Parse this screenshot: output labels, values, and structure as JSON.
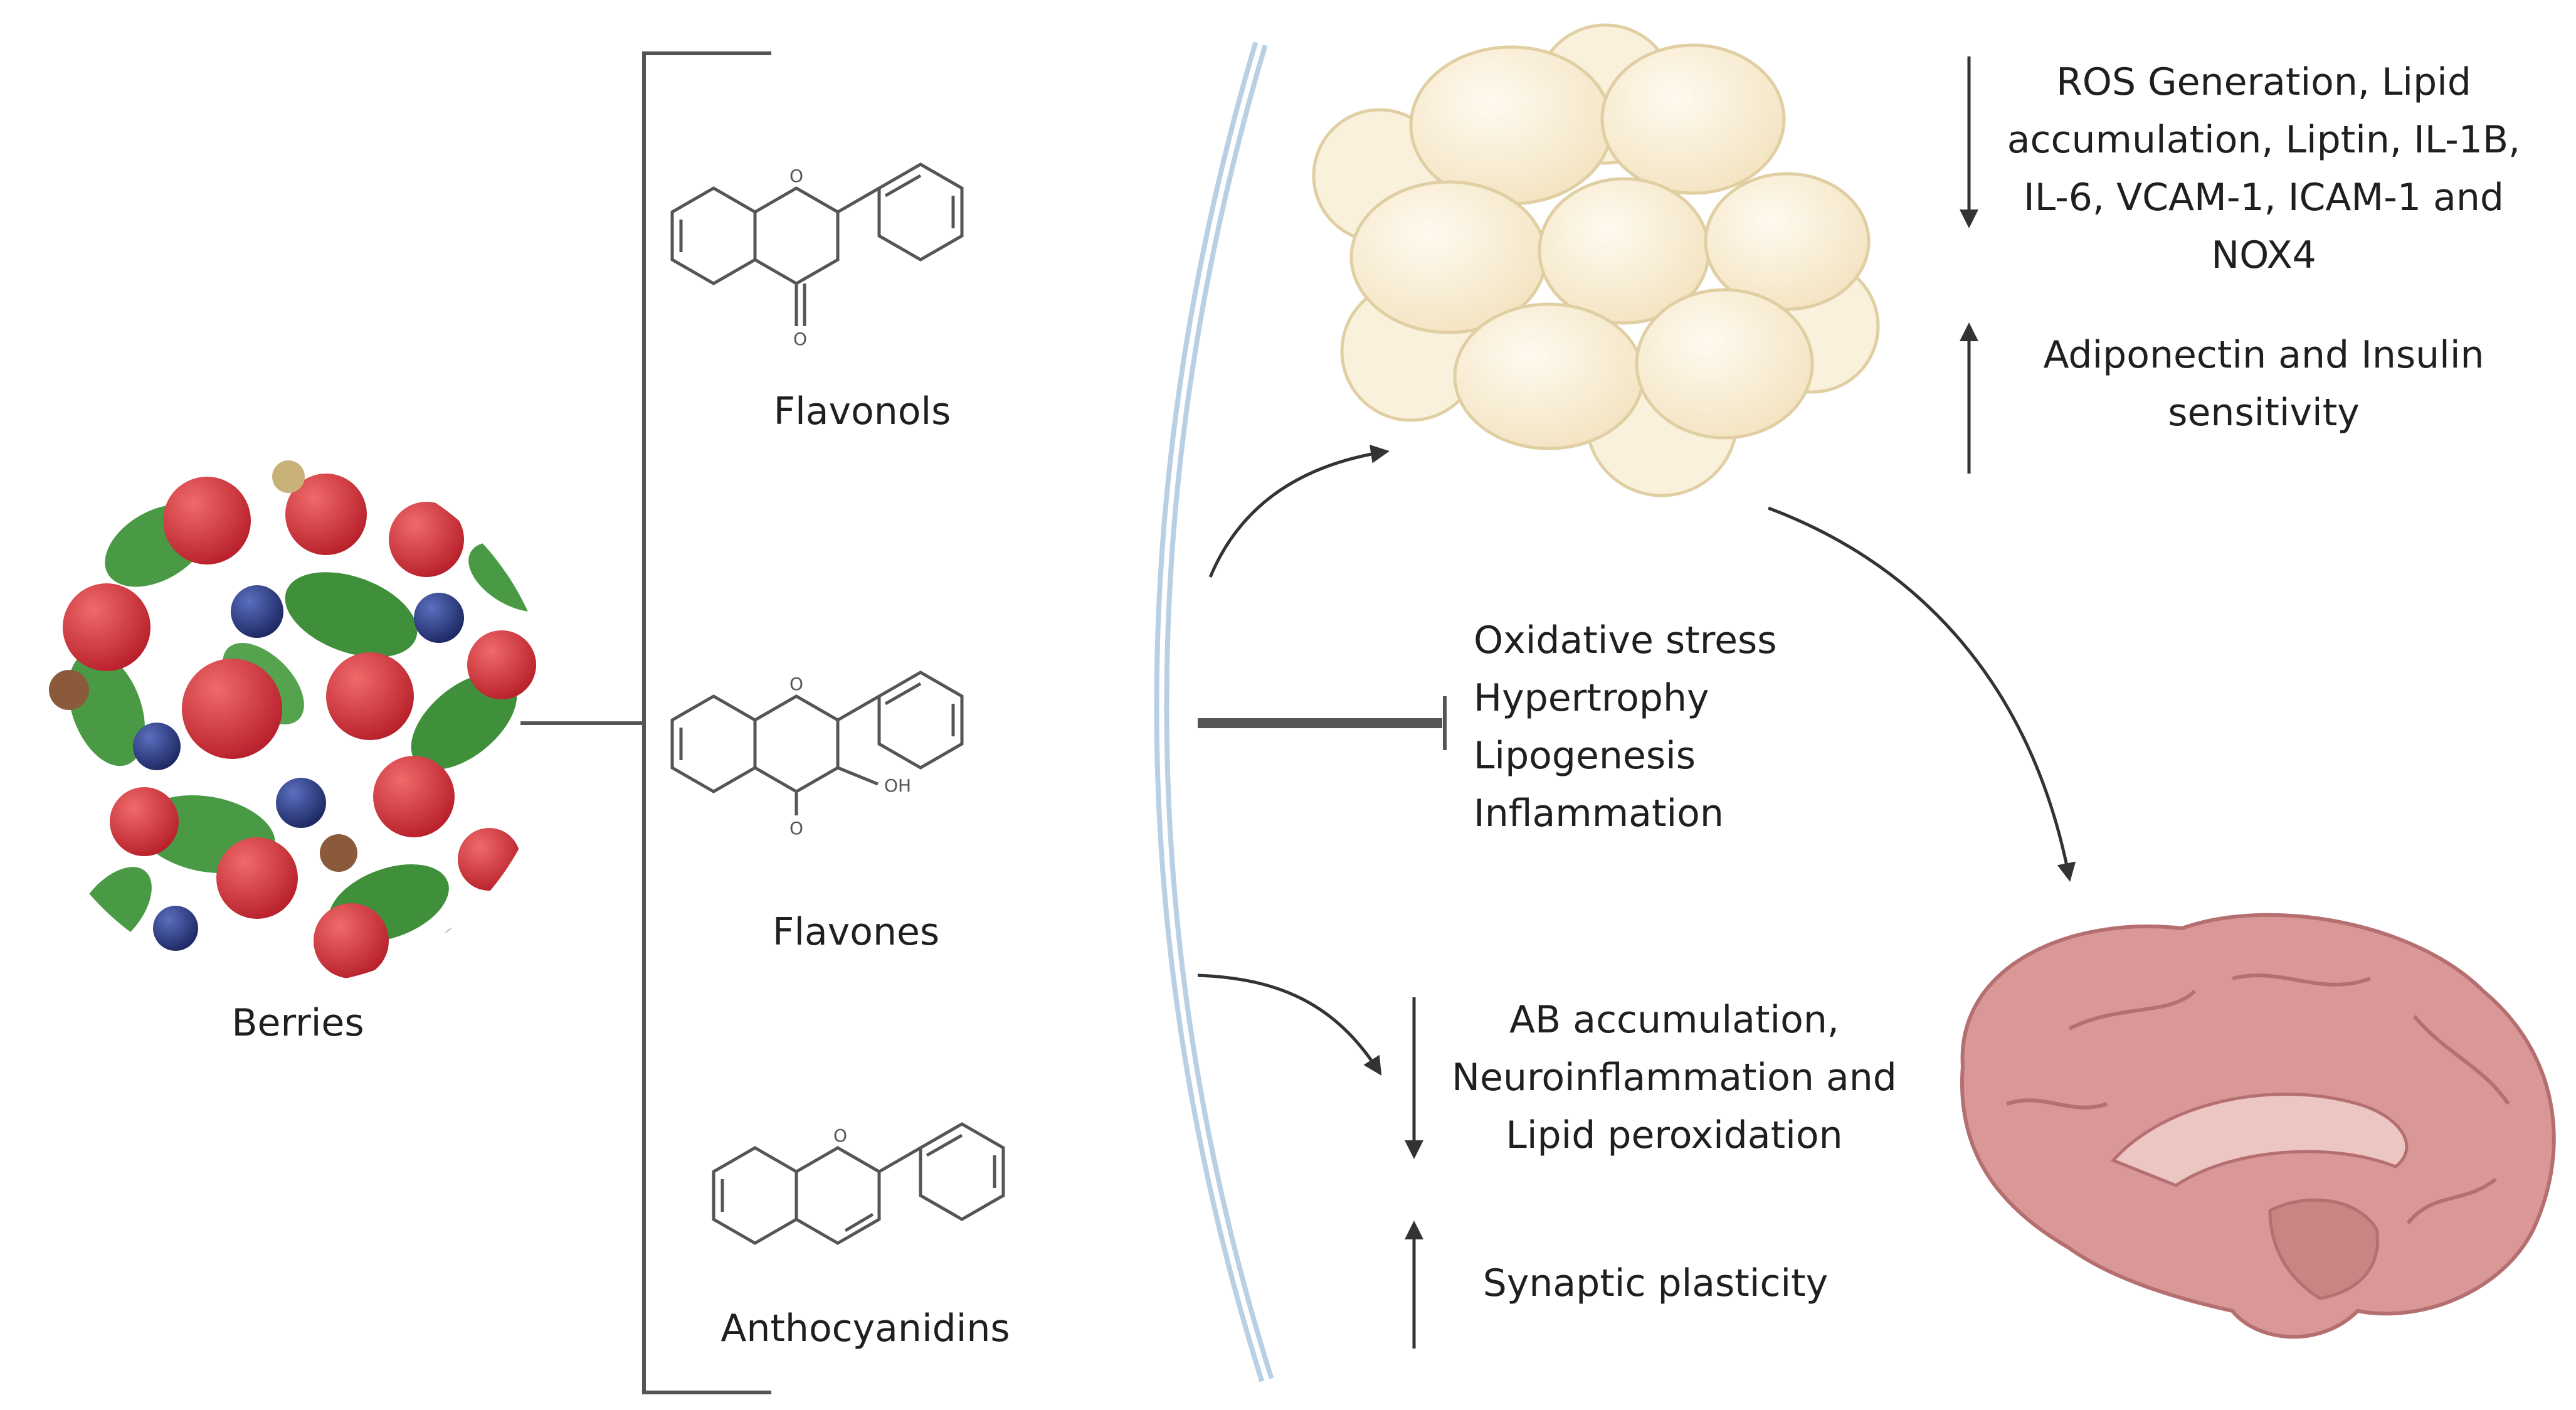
{
  "compounds": {
    "source": "Berries",
    "flavonols": "Flavonols",
    "flavones": "Flavones",
    "anthocyanidins": "Anthocyanidins"
  },
  "chem": {
    "oxygen": "O",
    "hydroxyl": "OH"
  },
  "adipose": {
    "decreased": [
      "ROS Generation, Lipid",
      "accumulation, Liptin, IL-1B,",
      "IL-6, VCAM-1, ICAM-1 and",
      "NOX4"
    ],
    "increased": [
      "Adiponectin and Insulin",
      "sensitivity"
    ]
  },
  "inhibited": [
    "Oxidative stress",
    "Hypertrophy",
    "Lipogenesis",
    "Inflammation"
  ],
  "brain": {
    "decreased": [
      "AB accumulation,",
      "Neuroinflammation and",
      "Lipid peroxidation"
    ],
    "increased": [
      "Synaptic plasticity"
    ]
  },
  "colors": {
    "line": "#555555",
    "membrane": "#b9d0e4",
    "fat_cell": "#f7ecd2",
    "brain": "#d99797",
    "berry_red": "#d7353c",
    "blueberry": "#2b3b7c",
    "leaf": "#3f8f3b"
  }
}
